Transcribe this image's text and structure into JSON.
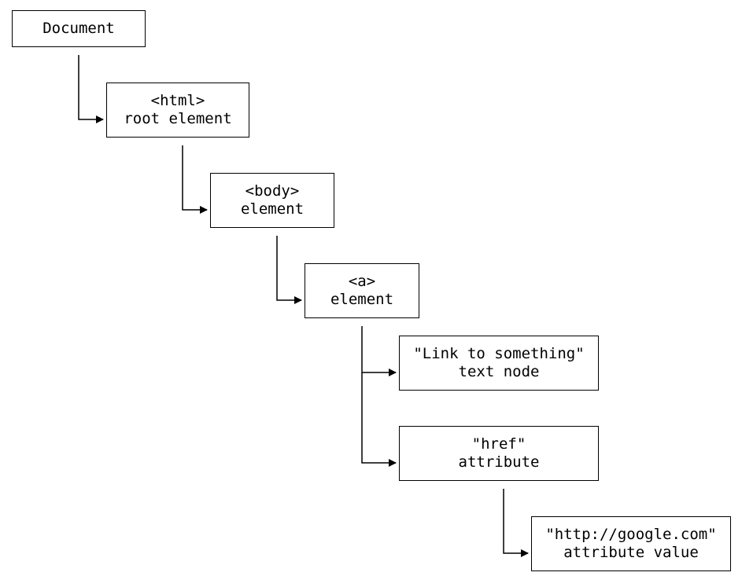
{
  "nodes": {
    "document": {
      "line1": "Document"
    },
    "html": {
      "line1": "<html>",
      "line2": "root element"
    },
    "body": {
      "line1": "<body>",
      "line2": "element"
    },
    "a": {
      "line1": "<a>",
      "line2": "element"
    },
    "text": {
      "line1": "\"Link to something\"",
      "line2": "text node"
    },
    "href": {
      "line1": "\"href\"",
      "line2": "attribute"
    },
    "value": {
      "line1": "\"http://google.com\"",
      "line2": "attribute value"
    }
  },
  "colors": {
    "line": "#000000",
    "background": "#ffffff"
  }
}
